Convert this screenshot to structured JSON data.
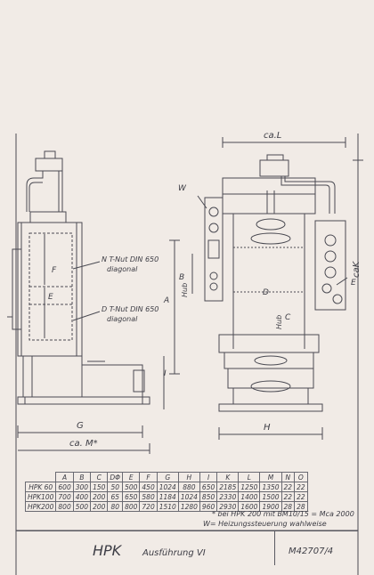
{
  "labels": {
    "ca_l": "ca.L",
    "cak": "caK",
    "w": "W",
    "e_right": "E",
    "e_left": "E",
    "f": "F",
    "a": "A",
    "b": "B",
    "hub_b": "Hub",
    "hub_c": "Hub",
    "c": "C",
    "d": "D",
    "i": "I",
    "g": "G",
    "h": "H",
    "ca_m": "ca. M*",
    "nt_nut": "N T-Nut DIN 650",
    "diagonal_1": "diagonal",
    "dt_nut": "D T-Nut DIN 650",
    "diagonal_2": "diagonal"
  },
  "table": {
    "headers": [
      "",
      "A",
      "B",
      "C",
      "DΦ",
      "E",
      "F",
      "G",
      "H",
      "I",
      "K",
      "L",
      "M",
      "N",
      "O"
    ],
    "rows": [
      [
        "HPK 60",
        "600",
        "300",
        "150",
        "50",
        "500",
        "450",
        "1024",
        "880",
        "650",
        "2185",
        "1250",
        "1350",
        "22",
        "22"
      ],
      [
        "HPK100",
        "700",
        "400",
        "200",
        "65",
        "650",
        "580",
        "1184",
        "1024",
        "850",
        "2330",
        "1400",
        "1500",
        "22",
        "22"
      ],
      [
        "HPK200",
        "800",
        "500",
        "200",
        "80",
        "800",
        "720",
        "1510",
        "1280",
        "960",
        "2930",
        "1600",
        "1900",
        "28",
        "28"
      ]
    ]
  },
  "notes": {
    "note1": "* bei HPK 200 mit BM10/15 = Mca 2000",
    "note2": "W= Heizungssteuerung wahlweise"
  },
  "title_block": {
    "title": "HPK",
    "subtitle": "Ausführung VI",
    "drawing_no": "M42707/4"
  }
}
